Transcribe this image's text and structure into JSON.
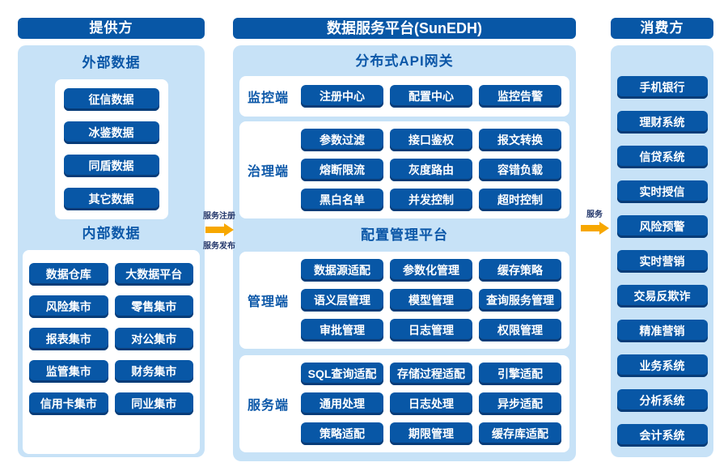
{
  "colors": {
    "primary_blue": "#0857A6",
    "button_shadow_blue": "#083C78",
    "panel_light_blue": "#C7E2F7",
    "arrow_orange": "#F7A700"
  },
  "provider": {
    "header": "提供方",
    "external": {
      "title": "外部数据",
      "items": [
        "征信数据",
        "冰鉴数据",
        "同盾数据",
        "其它数据"
      ]
    },
    "internal": {
      "title": "内部数据",
      "items": [
        "数据仓库",
        "大数据平台",
        "风险集市",
        "零售集市",
        "报表集市",
        "对公集市",
        "监管集市",
        "财务集市",
        "信用卡集市",
        "同业集市"
      ]
    }
  },
  "platform": {
    "header": "数据服务平台(SunEDH)",
    "gateway": {
      "title": "分布式API网关",
      "sections": [
        {
          "label": "监控端",
          "items": [
            "注册中心",
            "配置中心",
            "监控告警"
          ]
        },
        {
          "label": "治理端",
          "items": [
            "参数过滤",
            "接口鉴权",
            "报文转换",
            "熔断限流",
            "灰度路由",
            "容错负载",
            "黑白名单",
            "并发控制",
            "超时控制"
          ]
        }
      ]
    },
    "config": {
      "title": "配置管理平台",
      "sections": [
        {
          "label": "管理端",
          "items": [
            "数据源适配",
            "参数化管理",
            "缓存策略",
            "语义层管理",
            "模型管理",
            "查询服务管理",
            "审批管理",
            "日志管理",
            "权限管理"
          ]
        },
        {
          "label": "服务端",
          "items": [
            "SQL查询适配",
            "存储过程适配",
            "引擎适配",
            "通用处理",
            "日志处理",
            "异步适配",
            "策略适配",
            "期限管理",
            "缓存库适配"
          ]
        }
      ]
    }
  },
  "consumer": {
    "header": "消费方",
    "items": [
      "手机银行",
      "理财系统",
      "信贷系统",
      "实时授信",
      "风险预警",
      "实时营销",
      "交易反欺诈",
      "精准营销",
      "业务系统",
      "分析系统",
      "会计系统"
    ]
  },
  "arrows": {
    "register_label": "服务注册",
    "publish_label": "服务发布",
    "service_label": "服务"
  }
}
